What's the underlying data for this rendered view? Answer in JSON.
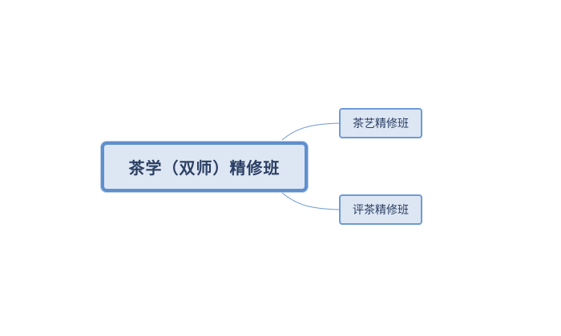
{
  "mindmap": {
    "root": {
      "label": "茶学（双师）精修班"
    },
    "children": [
      {
        "label": "茶艺精修班"
      },
      {
        "label": "评茶精修班"
      }
    ]
  },
  "colors": {
    "node_fill": "#dde6f3",
    "root_border": "#5f8fcd",
    "child_border": "#6e9bd6",
    "connector": "#6f9ad2",
    "text": "#2b3f63"
  }
}
